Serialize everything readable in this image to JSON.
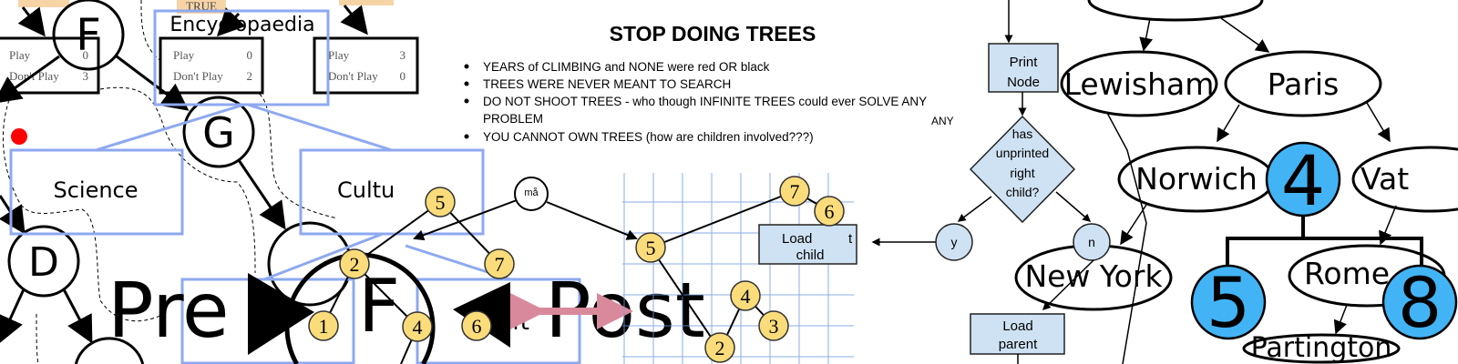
{
  "colors": {
    "tree_blue": "#8ea9f0",
    "node_yellow": "#fbdc7b",
    "flow_fill": "#cfe2f3",
    "big_node": "#42b4f5",
    "pink_arrow": "#d88a9c",
    "tag_orange": "#f7d4a6",
    "red_dot": "#ff0000"
  },
  "left": {
    "tags": [
      "TRUE"
    ],
    "node_f": "F",
    "node_g": "G",
    "node_d": "D",
    "tables": [
      {
        "play_label": "Play",
        "play": "0",
        "dont_label": "Don't Play",
        "dont": "3"
      },
      {
        "play_label": "Play",
        "play": "0",
        "dont_label": "Don't Play",
        "dont": "2"
      },
      {
        "play_label": "Play",
        "play": "3",
        "dont_label": "Don't Play",
        "dont": "0"
      }
    ],
    "encyclopaedia": "Encyclopaedia",
    "science": "Science",
    "culture": "Cultu",
    "pre": "Pre",
    "big_f": "F",
    "ft": "ft",
    "post": "Post"
  },
  "middle": {
    "title": "STOP DOING TREES",
    "bullets": [
      "YEARS of CLIMBING and NONE were red OR black",
      "TREES WERE NEVER MEANT TO SEARCH",
      "DO NOT SHOOT TREES - who though INFINITE TREES could ever SOLVE ANY",
      "PROBLEM",
      "YOU CANNOT OWN TREES (how are children involved???)"
    ],
    "ma_node": "må",
    "yellow_nodes": [
      "5",
      "2",
      "7",
      "1",
      "4",
      "6",
      "7",
      "6",
      "5",
      "4",
      "3",
      "2"
    ],
    "load_child": [
      "Load",
      "t",
      "child"
    ]
  },
  "right": {
    "print_node": [
      "Print",
      "Node"
    ],
    "any": "ANY",
    "decision": [
      "has",
      "unprinted",
      "right",
      "child?"
    ],
    "yes": "y",
    "no": "n",
    "load_parent": [
      "Load",
      "parent"
    ],
    "cities": {
      "lewisham": "Lewisham",
      "paris": "Paris",
      "norwich": "Norwich",
      "vat": "Vat",
      "new_york": "New York",
      "rome": "Rome",
      "partington": "Partington"
    },
    "blue_nodes": [
      "4",
      "5",
      "8"
    ]
  }
}
